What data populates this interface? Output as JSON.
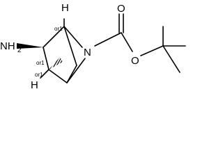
{
  "molecule": {
    "atoms": {
      "h_top": "H",
      "h_bottom": "H",
      "amine": "NH",
      "amine_sub": "2",
      "ring_nitrogen": "N",
      "carbonyl_oxygen": "O",
      "ester_oxygen": "O"
    },
    "stereo_labels": {
      "upper": "or1",
      "left": "or1",
      "lower": "or1"
    }
  }
}
